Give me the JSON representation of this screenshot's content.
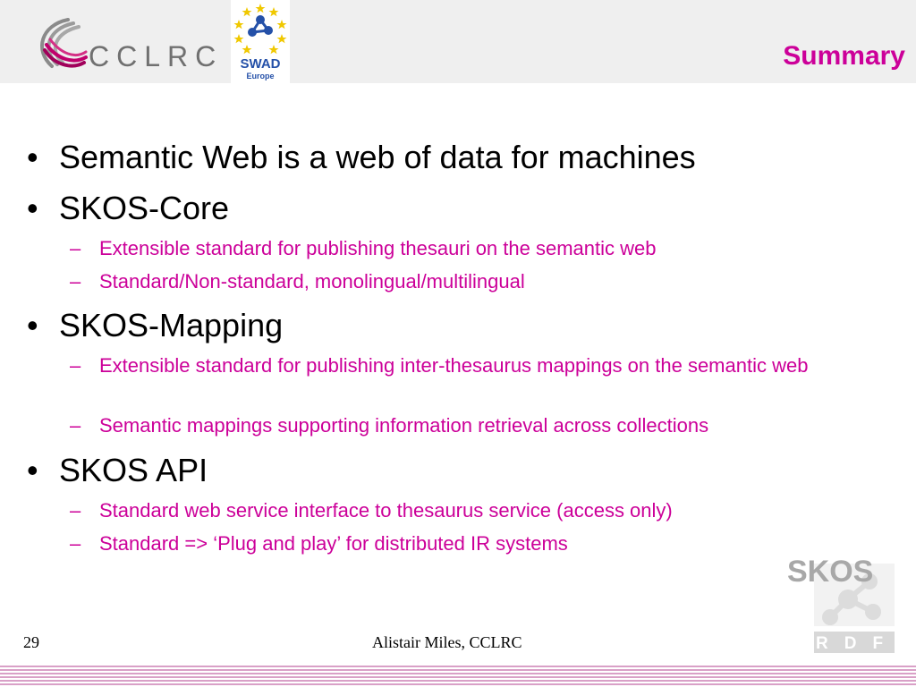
{
  "header": {
    "org_logo_text": "CCLRC",
    "partner_logo_text": "SWAD",
    "partner_logo_subtext": "Europe",
    "slide_title": "Summary"
  },
  "bullets": [
    {
      "text": "Semantic Web is a web of data for machines",
      "subitems": []
    },
    {
      "text": "SKOS-Core",
      "subitems": [
        "Extensible standard for publishing thesauri on the semantic web",
        "Standard/Non-standard, monolingual/multilingual"
      ]
    },
    {
      "text": "SKOS-Mapping",
      "subitems": [
        "Extensible standard for publishing inter-thesaurus mappings on the semantic web",
        "Semantic mappings supporting information retrieval across collections"
      ]
    },
    {
      "text": "SKOS API",
      "subitems": [
        "Standard web service interface to thesaurus service (access only)",
        "Standard => ‘Plug and play’ for distributed IR systems"
      ]
    }
  ],
  "bullet_marker": "•",
  "sub_marker": "–",
  "skos_logo": {
    "top_text": "SKOS",
    "bottom_text": "RDF"
  },
  "footer": {
    "slide_number": "29",
    "author": "Alistair Miles, CCLRC"
  },
  "colors": {
    "accent": "#cc0099",
    "header_bg": "#efefef",
    "swad_blue": "#2450a8"
  }
}
